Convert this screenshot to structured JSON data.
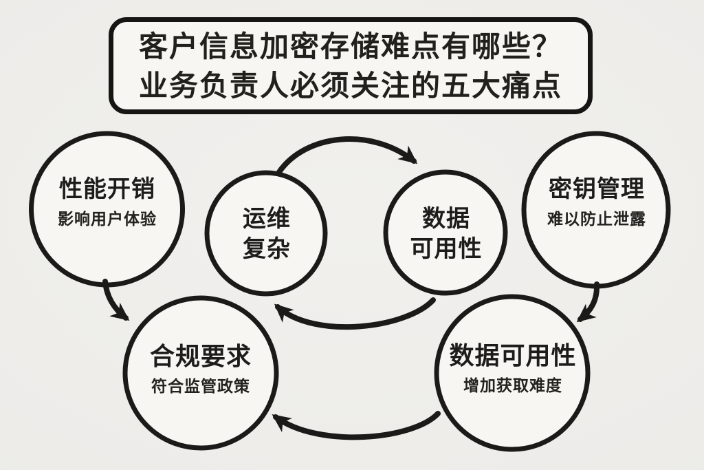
{
  "title": {
    "line1": "客户信息加密存储难点有哪些？",
    "line2": "业务负责人必须关注的五大痛点"
  },
  "nodes": {
    "performance": {
      "title": "性能开销",
      "subtitle": "影响用户体验"
    },
    "operations": {
      "line1": "运维",
      "line2": "复杂"
    },
    "data_availability": {
      "line1": "数据",
      "line2": "可用性"
    },
    "key_management": {
      "title": "密钥管理",
      "subtitle": "难以防止泄露"
    },
    "compliance": {
      "title": "合规要求",
      "subtitle": "符合监管政策"
    },
    "data_availability_cost": {
      "title": "数据可用性",
      "subtitle": "增加获取难度"
    }
  },
  "edges": [
    {
      "from": "operations",
      "to": "data_availability",
      "style": "arc-over-top"
    },
    {
      "from": "data_availability",
      "to": "operations",
      "style": "arc-under-bottom"
    },
    {
      "from": "performance",
      "to": "compliance",
      "style": "short-curve-down"
    },
    {
      "from": "key_management",
      "to": "data_availability_cost",
      "style": "short-curve-down"
    },
    {
      "from": "data_availability_cost",
      "to": "compliance",
      "style": "arc-under-bottom"
    }
  ],
  "colors": {
    "ink": "#1b1a18",
    "background": "#edece9",
    "surface": "#f7f6f3"
  }
}
